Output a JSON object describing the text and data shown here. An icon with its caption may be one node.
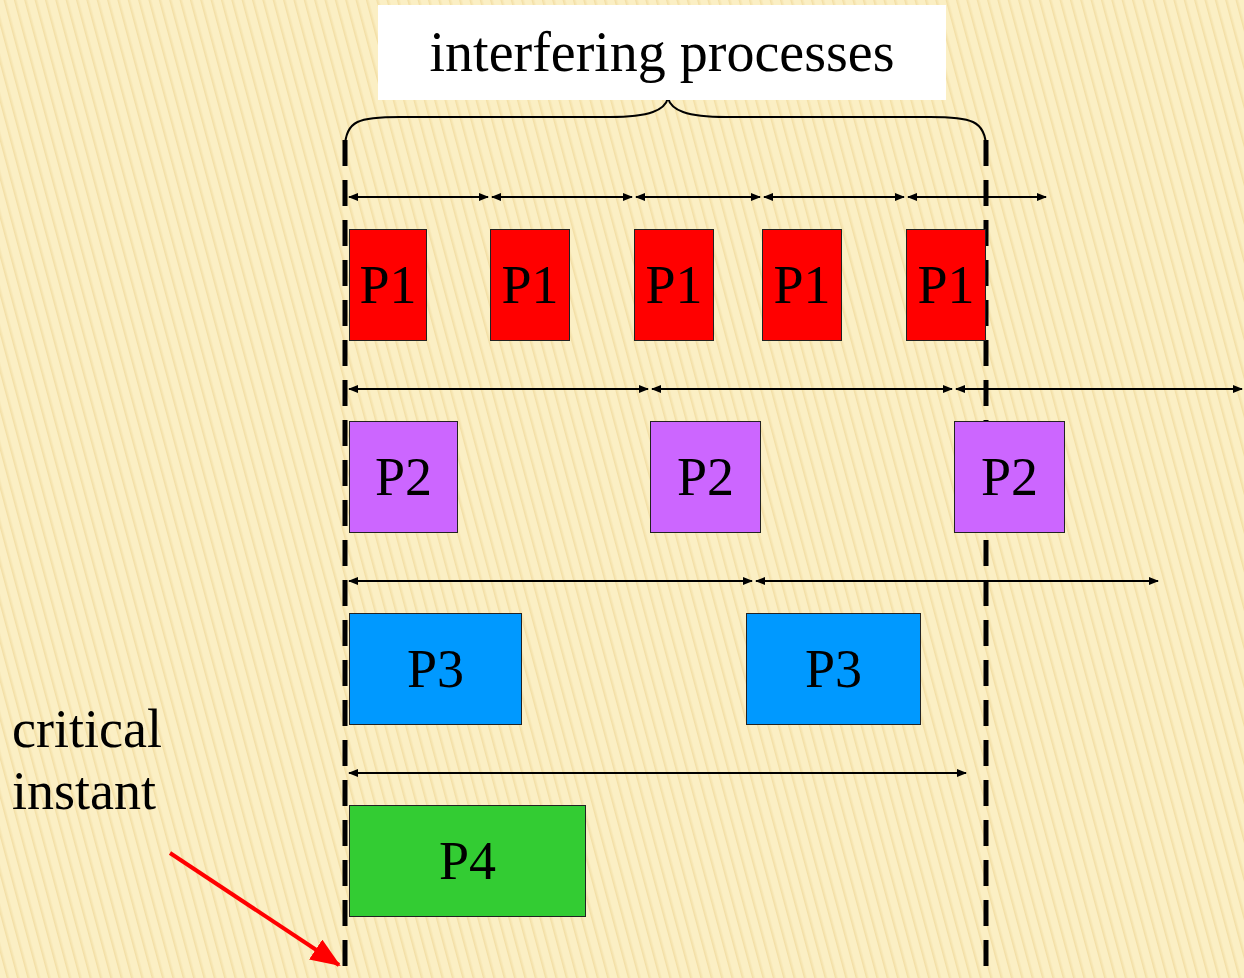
{
  "diagram": {
    "nodes": [
      {
        "text": [
          "P1"
        ]
      },
      {
        "text": [
          "P1"
        ]
      },
      {
        "text": [
          "P1"
        ]
      },
      {
        "text": [
          "P1"
        ]
      },
      {
        "text": [
          "P1"
        ]
      },
      {
        "text": [
          "P2"
        ]
      },
      {
        "text": [
          "P2"
        ]
      },
      {
        "text": [
          "P2"
        ]
      },
      {
        "text": [
          "P3"
        ]
      },
      {
        "text": [
          "P3"
        ]
      },
      {
        "text": [
          "P4"
        ]
      },
      {
        "text": [
          "critical instant"
        ]
      },
      {
        "text": [],
        "shape": "line"
      }
    ],
    "edges": [
      {
        "from": 11,
        "to": 12,
        "arrow": "to",
        "color": "#ff0000"
      }
    ],
    "labels": [
      "interfering processes"
    ]
  }
}
